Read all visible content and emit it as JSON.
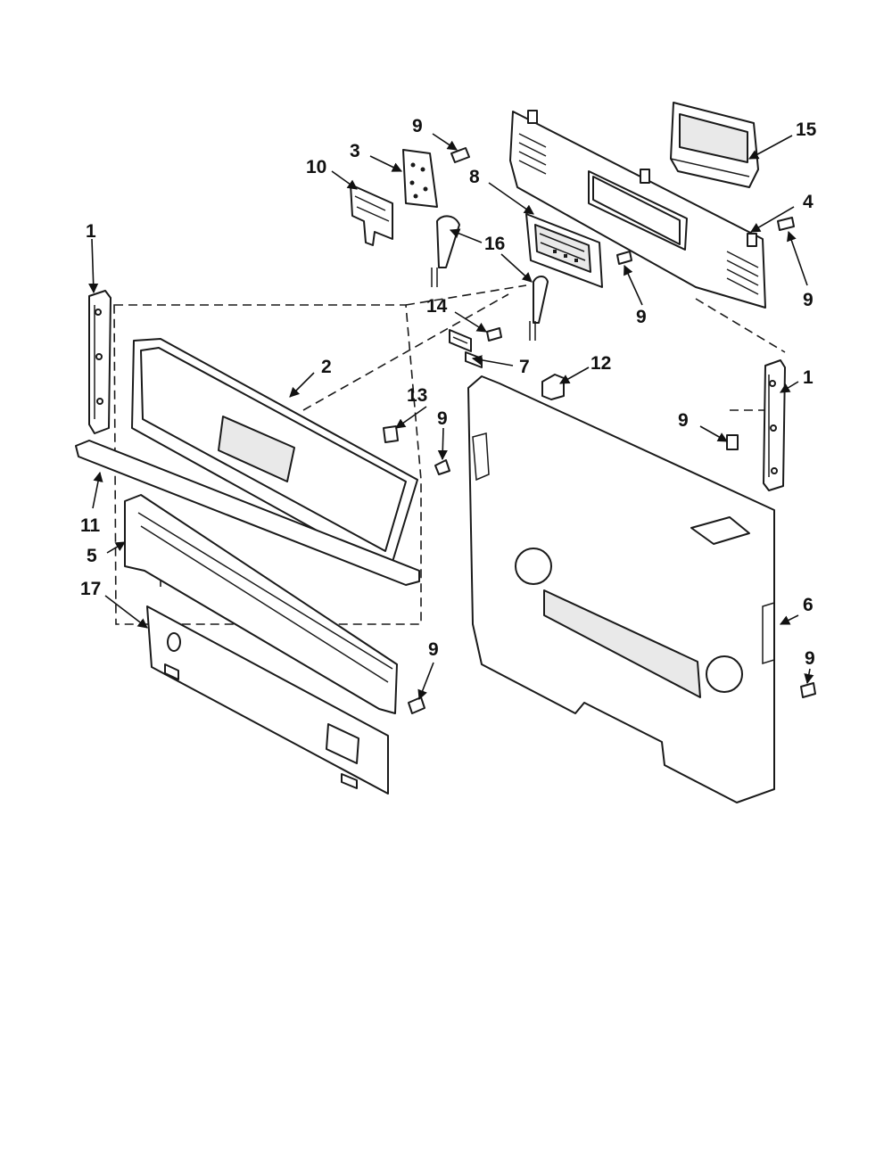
{
  "diagram": {
    "callouts": [
      {
        "id": "c-9-top",
        "text": "9"
      },
      {
        "id": "c-3",
        "text": "3"
      },
      {
        "id": "c-10",
        "text": "10"
      },
      {
        "id": "c-8",
        "text": "8"
      },
      {
        "id": "c-15",
        "text": "15"
      },
      {
        "id": "c-4",
        "text": "4"
      },
      {
        "id": "c-9-right-top",
        "text": "9"
      },
      {
        "id": "c-1-left",
        "text": "1"
      },
      {
        "id": "c-16",
        "text": "16"
      },
      {
        "id": "c-9-control",
        "text": "9"
      },
      {
        "id": "c-14",
        "text": "14"
      },
      {
        "id": "c-2",
        "text": "2"
      },
      {
        "id": "c-7",
        "text": "7"
      },
      {
        "id": "c-12",
        "text": "12"
      },
      {
        "id": "c-1-right",
        "text": "1"
      },
      {
        "id": "c-13",
        "text": "13"
      },
      {
        "id": "c-9-mid-left",
        "text": "9"
      },
      {
        "id": "c-9-mid-right",
        "text": "9"
      },
      {
        "id": "c-11",
        "text": "11"
      },
      {
        "id": "c-5",
        "text": "5"
      },
      {
        "id": "c-17",
        "text": "17"
      },
      {
        "id": "c-6",
        "text": "6"
      },
      {
        "id": "c-9-bottom-left",
        "text": "9"
      },
      {
        "id": "c-9-bottom-right",
        "text": "9"
      }
    ]
  }
}
